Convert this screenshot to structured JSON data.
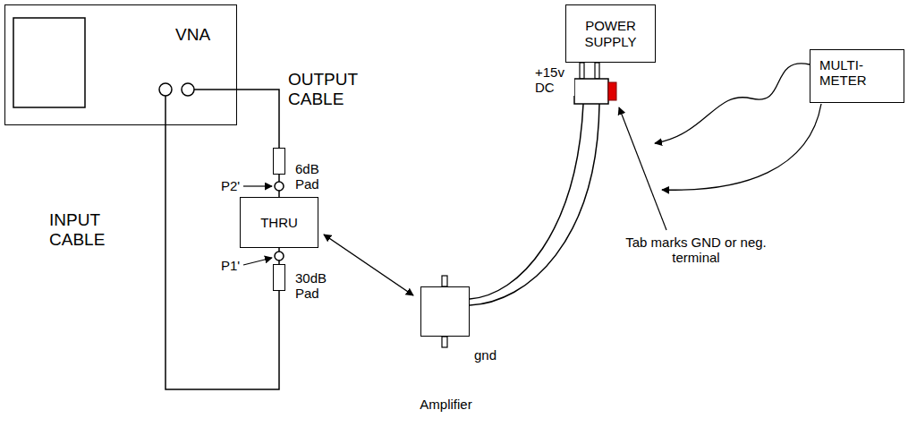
{
  "diagram": {
    "nodes": [
      {
        "text": [
          "VNA"
        ]
      },
      {
        "text": [
          "6dB Pad"
        ]
      },
      {
        "text": [
          "THRU"
        ]
      },
      {
        "text": [
          "30dB Pad"
        ]
      },
      {
        "text": [
          "Amplifier"
        ]
      },
      {
        "text": [
          "POWER SUPPLY"
        ]
      },
      {
        "text": [
          "MULTI-METER"
        ]
      }
    ],
    "edges": [
      {
        "from": 0,
        "to": 1,
        "arrow": "none"
      },
      {
        "from": 1,
        "to": 2,
        "arrow": "none"
      },
      {
        "from": 2,
        "to": 3,
        "arrow": "none"
      },
      {
        "from": 3,
        "to": 0,
        "arrow": "none"
      },
      {
        "from": 2,
        "to": 4,
        "arrow": "both"
      }
    ],
    "labels": [
      "OUTPUT CABLE",
      "INPUT CABLE",
      "P2'",
      "P1'",
      "+15v DC",
      "gnd",
      "Tab marks GND or neg. terminal"
    ]
  }
}
